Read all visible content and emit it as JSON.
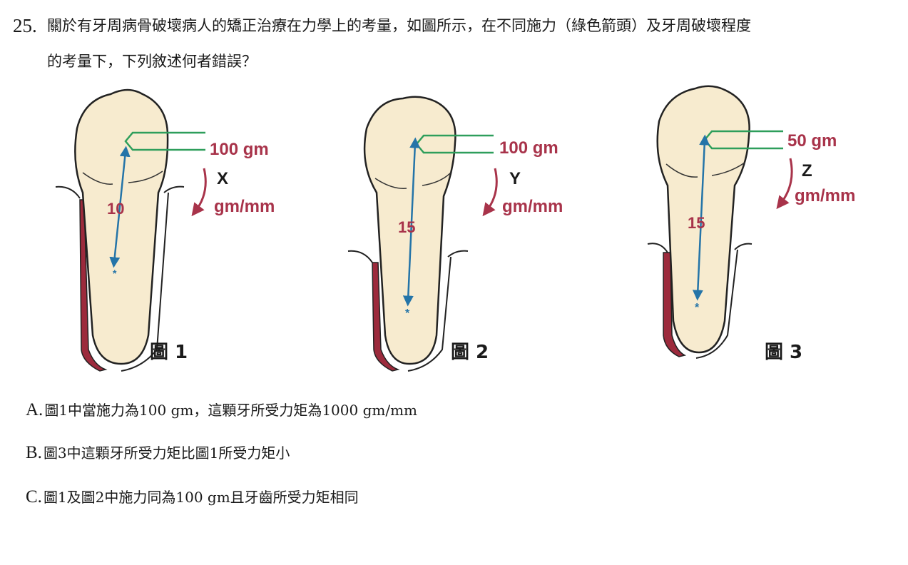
{
  "question": {
    "number": "25.",
    "line1": "關於有牙周病骨破壞病人的矯正治療在力學上的考量，如圖所示，在不同施力（綠色箭頭）及牙周破壞程度",
    "line2": "的考量下，下列敘述何者錯誤？"
  },
  "figures": [
    {
      "caption": "圖 1",
      "force": "100 gm",
      "moment_var": "X",
      "moment_unit": "gm/mm",
      "distance": "10"
    },
    {
      "caption": "圖 2",
      "force": "100 gm",
      "moment_var": "Y",
      "moment_unit": "gm/mm",
      "distance": "15"
    },
    {
      "caption": "圖 3",
      "force": "50 gm",
      "moment_var": "Z",
      "moment_unit": "gm/mm",
      "distance": "15"
    }
  ],
  "colors": {
    "tooth_fill": "#f7ebcf",
    "bone_loss": "#9c2a3c",
    "force_arrow": "#2e9e5b",
    "distance_arrow": "#2474a8",
    "label_red": "#a8334a"
  },
  "options": [
    {
      "label": "A.",
      "text": "圖1中當施力為100 gm，這顆牙所受力矩為1000 gm/mm"
    },
    {
      "label": "B.",
      "text": "圖3中這顆牙所受力矩比圖1所受力矩小"
    },
    {
      "label": "C.",
      "text": "圖1及圖2中施力同為100 gm且牙齒所受力矩相同"
    }
  ]
}
